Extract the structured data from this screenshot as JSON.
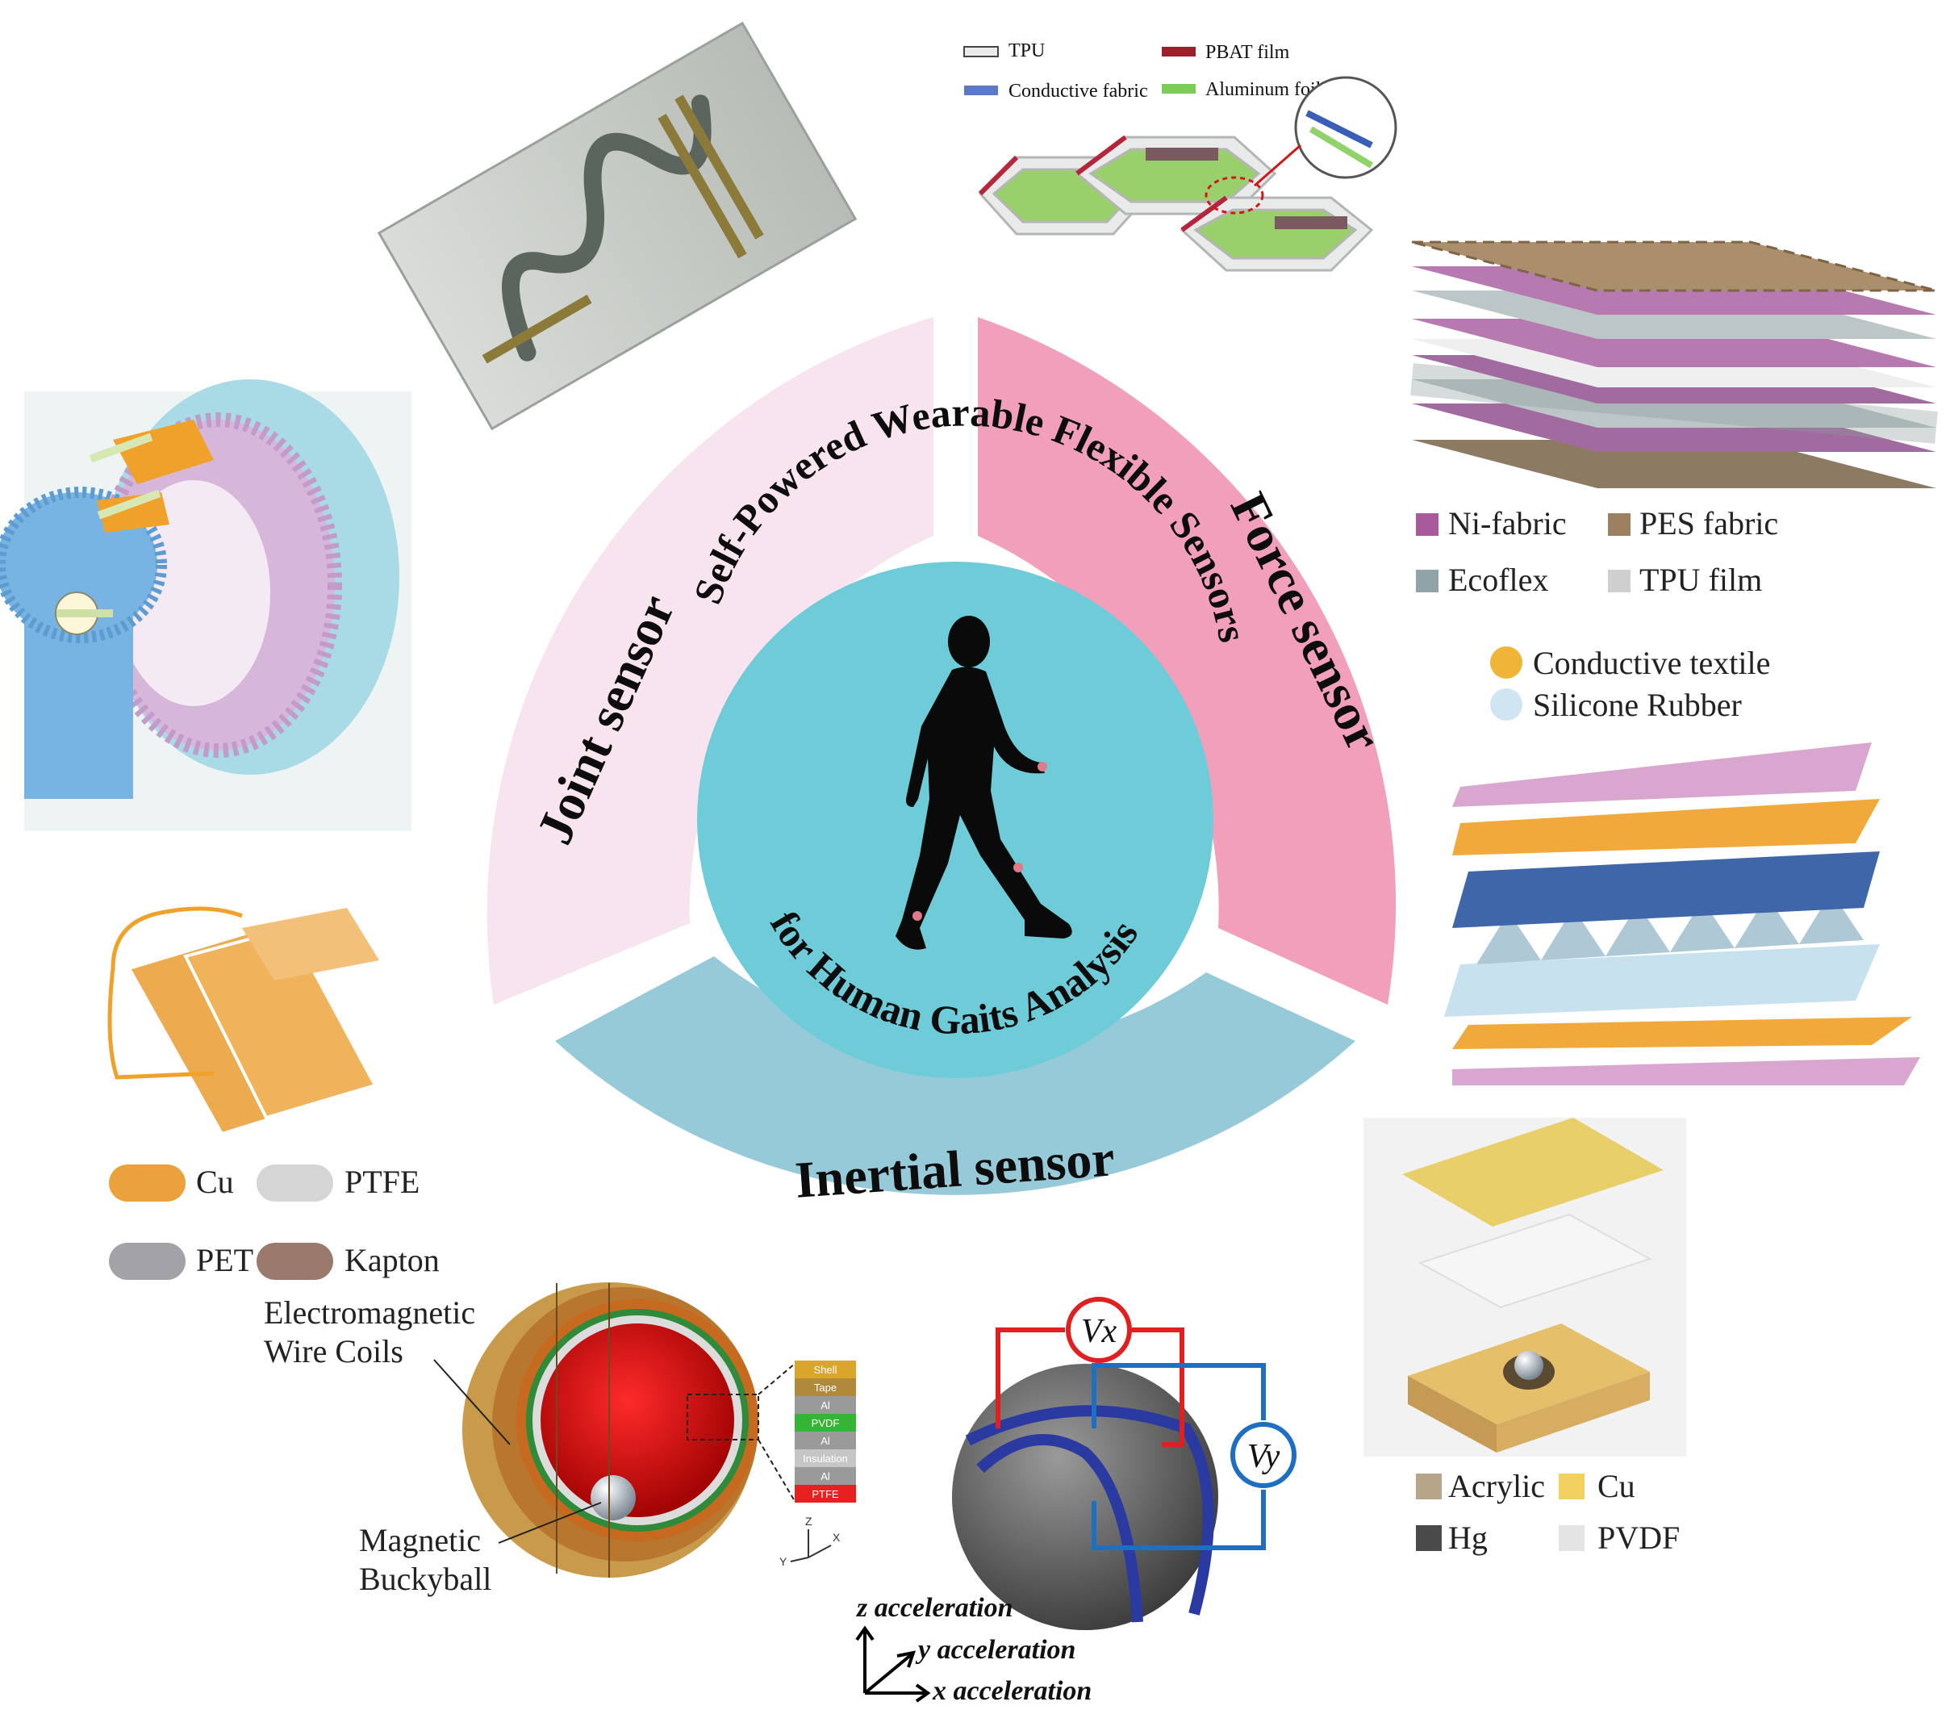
{
  "center": {
    "title_top": "Self-Powered Wearable Flexible Sensors",
    "title_bottom": "for Human Gaits Analysis"
  },
  "segments": {
    "joint": "Joint sensor",
    "force": "Force sensor",
    "inertial": "Inertial sensor"
  },
  "colors": {
    "center_disc": "#6ecbd8",
    "joint_ring": "#f8e4ef",
    "force_ring": "#f29fbc",
    "inertial_ring": "#97cad9"
  },
  "top_materials": {
    "tpu": "TPU",
    "pbat": "PBAT film",
    "conductive_fabric": "Conductive fabric",
    "aluminum_foil": "Aluminum foil"
  },
  "force_legend_a": {
    "ni_fabric": "Ni-fabric",
    "pes_fabric": "PES fabric",
    "ecoflex": "Ecoflex",
    "tpu_film": "TPU film"
  },
  "force_legend_b": {
    "conductive_textile": "Conductive textile",
    "silicone_rubber": "Silicone Rubber"
  },
  "left_legend": {
    "cu": "Cu",
    "ptfe": "PTFE",
    "pet": "PET",
    "kapton": "Kapton"
  },
  "coil": {
    "coils_line1": "Electromagnetic",
    "coils_line2": "Wire Coils",
    "ball_line1": "Magnetic",
    "ball_line2": "Buckyball",
    "layers": [
      "Shell",
      "Tape",
      "Al",
      "PVDF",
      "Al",
      "Insulation",
      "Al",
      "PTFE"
    ],
    "axis_z": "Z",
    "axis_x": "X",
    "axis_y": "Y"
  },
  "sphere": {
    "vx": "Vx",
    "vy": "Vy",
    "z_acc": "z acceleration",
    "y_acc": "y acceleration",
    "x_acc": "x acceleration"
  },
  "right_bottom_legend": {
    "acrylic": "Acrylic",
    "cu": "Cu",
    "hg": "Hg",
    "pvdf": "PVDF"
  }
}
